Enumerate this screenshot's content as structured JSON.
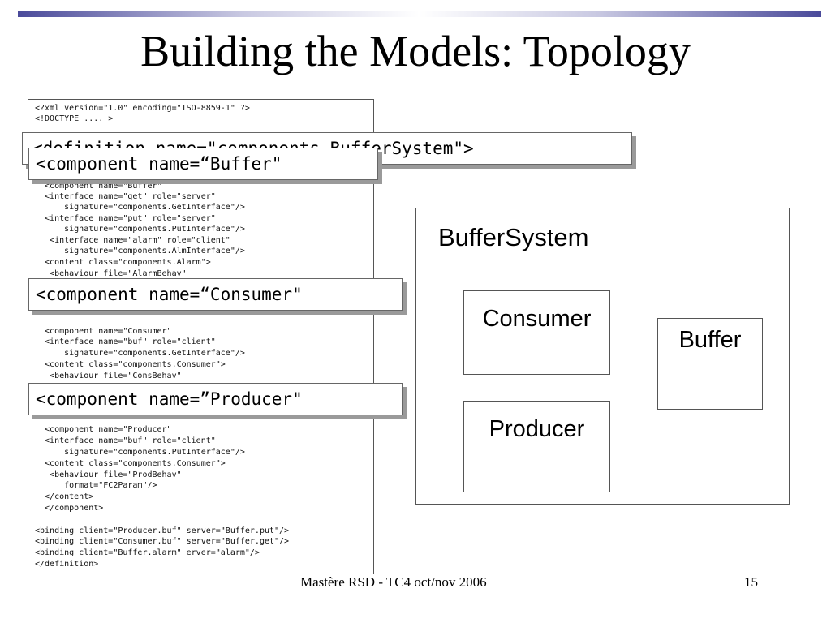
{
  "slide": {
    "title": "Building the Models: Topology",
    "footer_text": "Mastère RSD - TC4   oct/nov 2006",
    "page_number": "15"
  },
  "code": {
    "lines": [
      "<?xml version=\"1.0\" encoding=\"ISO-8859-1\" ?>",
      "<!DOCTYPE .... >",
      "  <component name=\"Buffer\"",
      "  <interface name=\"get\" role=\"server\"",
      "      signature=\"components.GetInterface\"/>",
      "  <interface name=\"put\" role=\"server\"",
      "      signature=\"components.PutInterface\"/>",
      "   <interface name=\"alarm\" role=\"client\"",
      "      signature=\"components.AlmInterface\"/>",
      "  <content class=\"components.Alarm\">",
      "   <behaviour file=\"AlarmBehav\"",
      "  <component name=\"Consumer\"",
      "  <interface name=\"buf\" role=\"client\"",
      "      signature=\"components.GetInterface\"/>",
      "  <content class=\"components.Consumer\">",
      "   <behaviour file=\"ConsBehav\"",
      "  <component name=\"Producer\"",
      "  <interface name=\"buf\" role=\"client\"",
      "      signature=\"components.PutInterface\"/>",
      "  <content class=\"components.Consumer\">",
      "   <behaviour file=\"ProdBehav\"",
      "      format=\"FC2Param\"/>",
      "  </content>",
      "  </component>",
      "<binding client=\"Producer.buf\" server=\"Buffer.put\"/>",
      "<binding client=\"Consumer.buf\" server=\"Buffer.get\"/>",
      "<binding client=\"Buffer.alarm\" erver=\"alarm\"/>",
      "</definition>"
    ]
  },
  "callouts": {
    "definition": "<definition name=\"components.BufferSystem\">",
    "buffer": "<component name=“Buffer\"",
    "consumer": "<component name=“Consumer\"",
    "producer": "<component name=”Producer\""
  },
  "diagram": {
    "system_label": "BufferSystem",
    "consumer_label": "Consumer",
    "producer_label": "Producer",
    "buffer_label": "Buffer"
  }
}
